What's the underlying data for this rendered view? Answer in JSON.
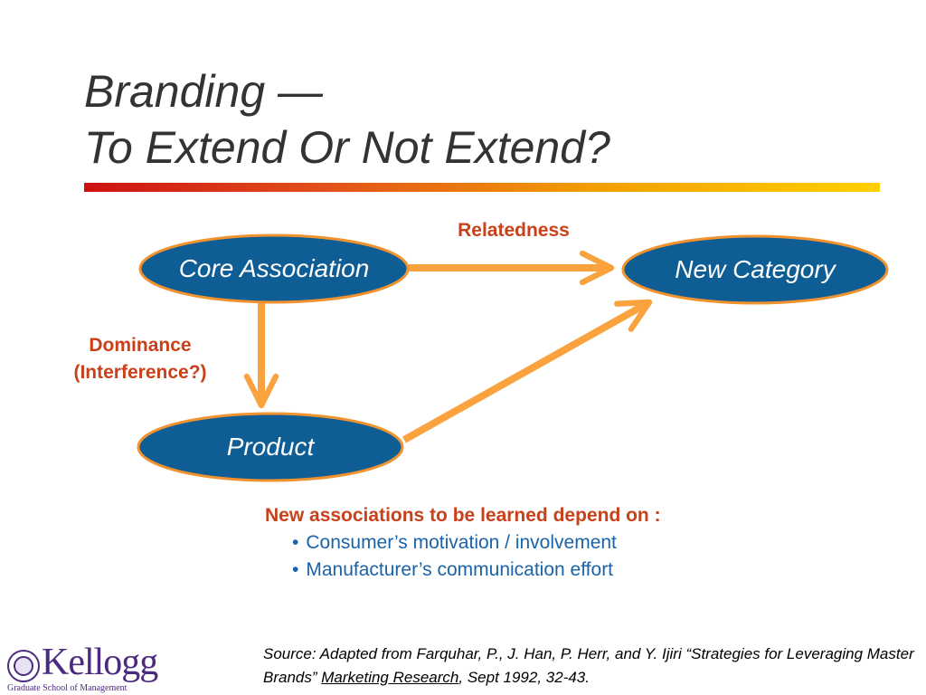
{
  "title": {
    "line1": "Branding —",
    "line2": "To Extend Or Not Extend?"
  },
  "diagram": {
    "nodes": {
      "core": "Core Association",
      "category": "New Category",
      "product": "Product"
    },
    "edges": {
      "relatedness": "Relatedness",
      "dominance_line1": "Dominance",
      "dominance_line2": "(Interference?)"
    },
    "colors": {
      "node_fill": "#0f5d95",
      "node_stroke": "#f0932f",
      "arrow": "#f9a23e",
      "label": "#c8411a"
    }
  },
  "notes": {
    "heading": "New associations to be learned depend on :",
    "items": [
      "Consumer’s motivation  / involvement",
      "Manufacturer’s communication effort"
    ]
  },
  "source": {
    "prefix": "Source:  Adapted from Farquhar, P., J. Han, P. Herr, and Y. Ijiri “Strategies for Leveraging Master Brands”  ",
    "journal": "Marketing Research",
    "suffix": ", Sept 1992, 32-43."
  },
  "logo": {
    "wordmark": "Kellogg",
    "subtitle": "Graduate School of Management"
  }
}
